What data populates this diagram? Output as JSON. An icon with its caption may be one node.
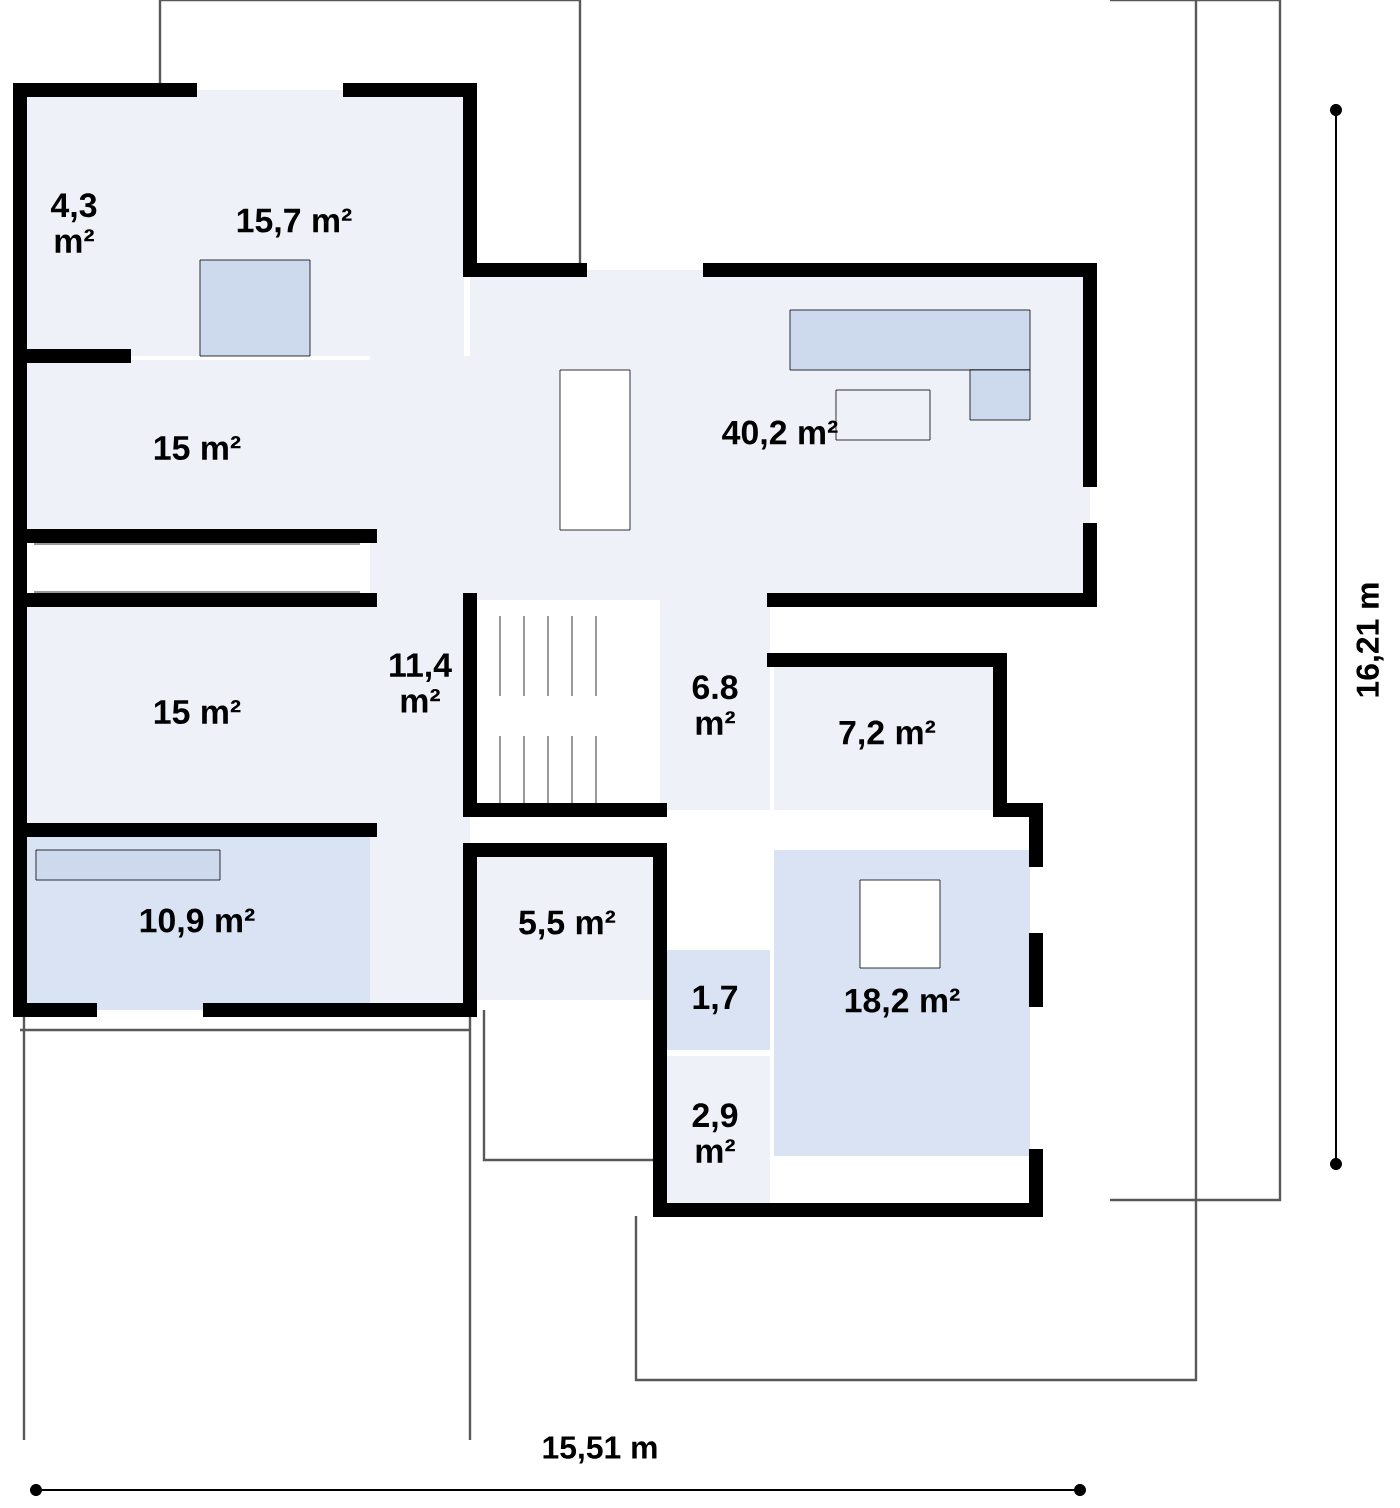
{
  "diagram": {
    "nodes": [
      {
        "text": [
          "15,7 m²"
        ]
      },
      {
        "text": [
          "4,3 m²"
        ]
      },
      {
        "text": [
          "15 m²"
        ]
      },
      {
        "text": [
          "15 m²"
        ]
      },
      {
        "text": [
          "11,4 m²"
        ]
      },
      {
        "text": [
          "40,2 m²"
        ]
      },
      {
        "text": [
          "6.8 m²"
        ]
      },
      {
        "text": [
          "7,2 m²"
        ]
      },
      {
        "text": [
          "5,5 m²"
        ]
      },
      {
        "text": [
          "10,9 m²"
        ]
      },
      {
        "text": [
          "1,7"
        ]
      },
      {
        "text": [
          "2,9 m²"
        ]
      },
      {
        "text": [
          "18,2 m²"
        ]
      }
    ],
    "labels": [
      "15,51 m",
      "16,21 m"
    ]
  }
}
